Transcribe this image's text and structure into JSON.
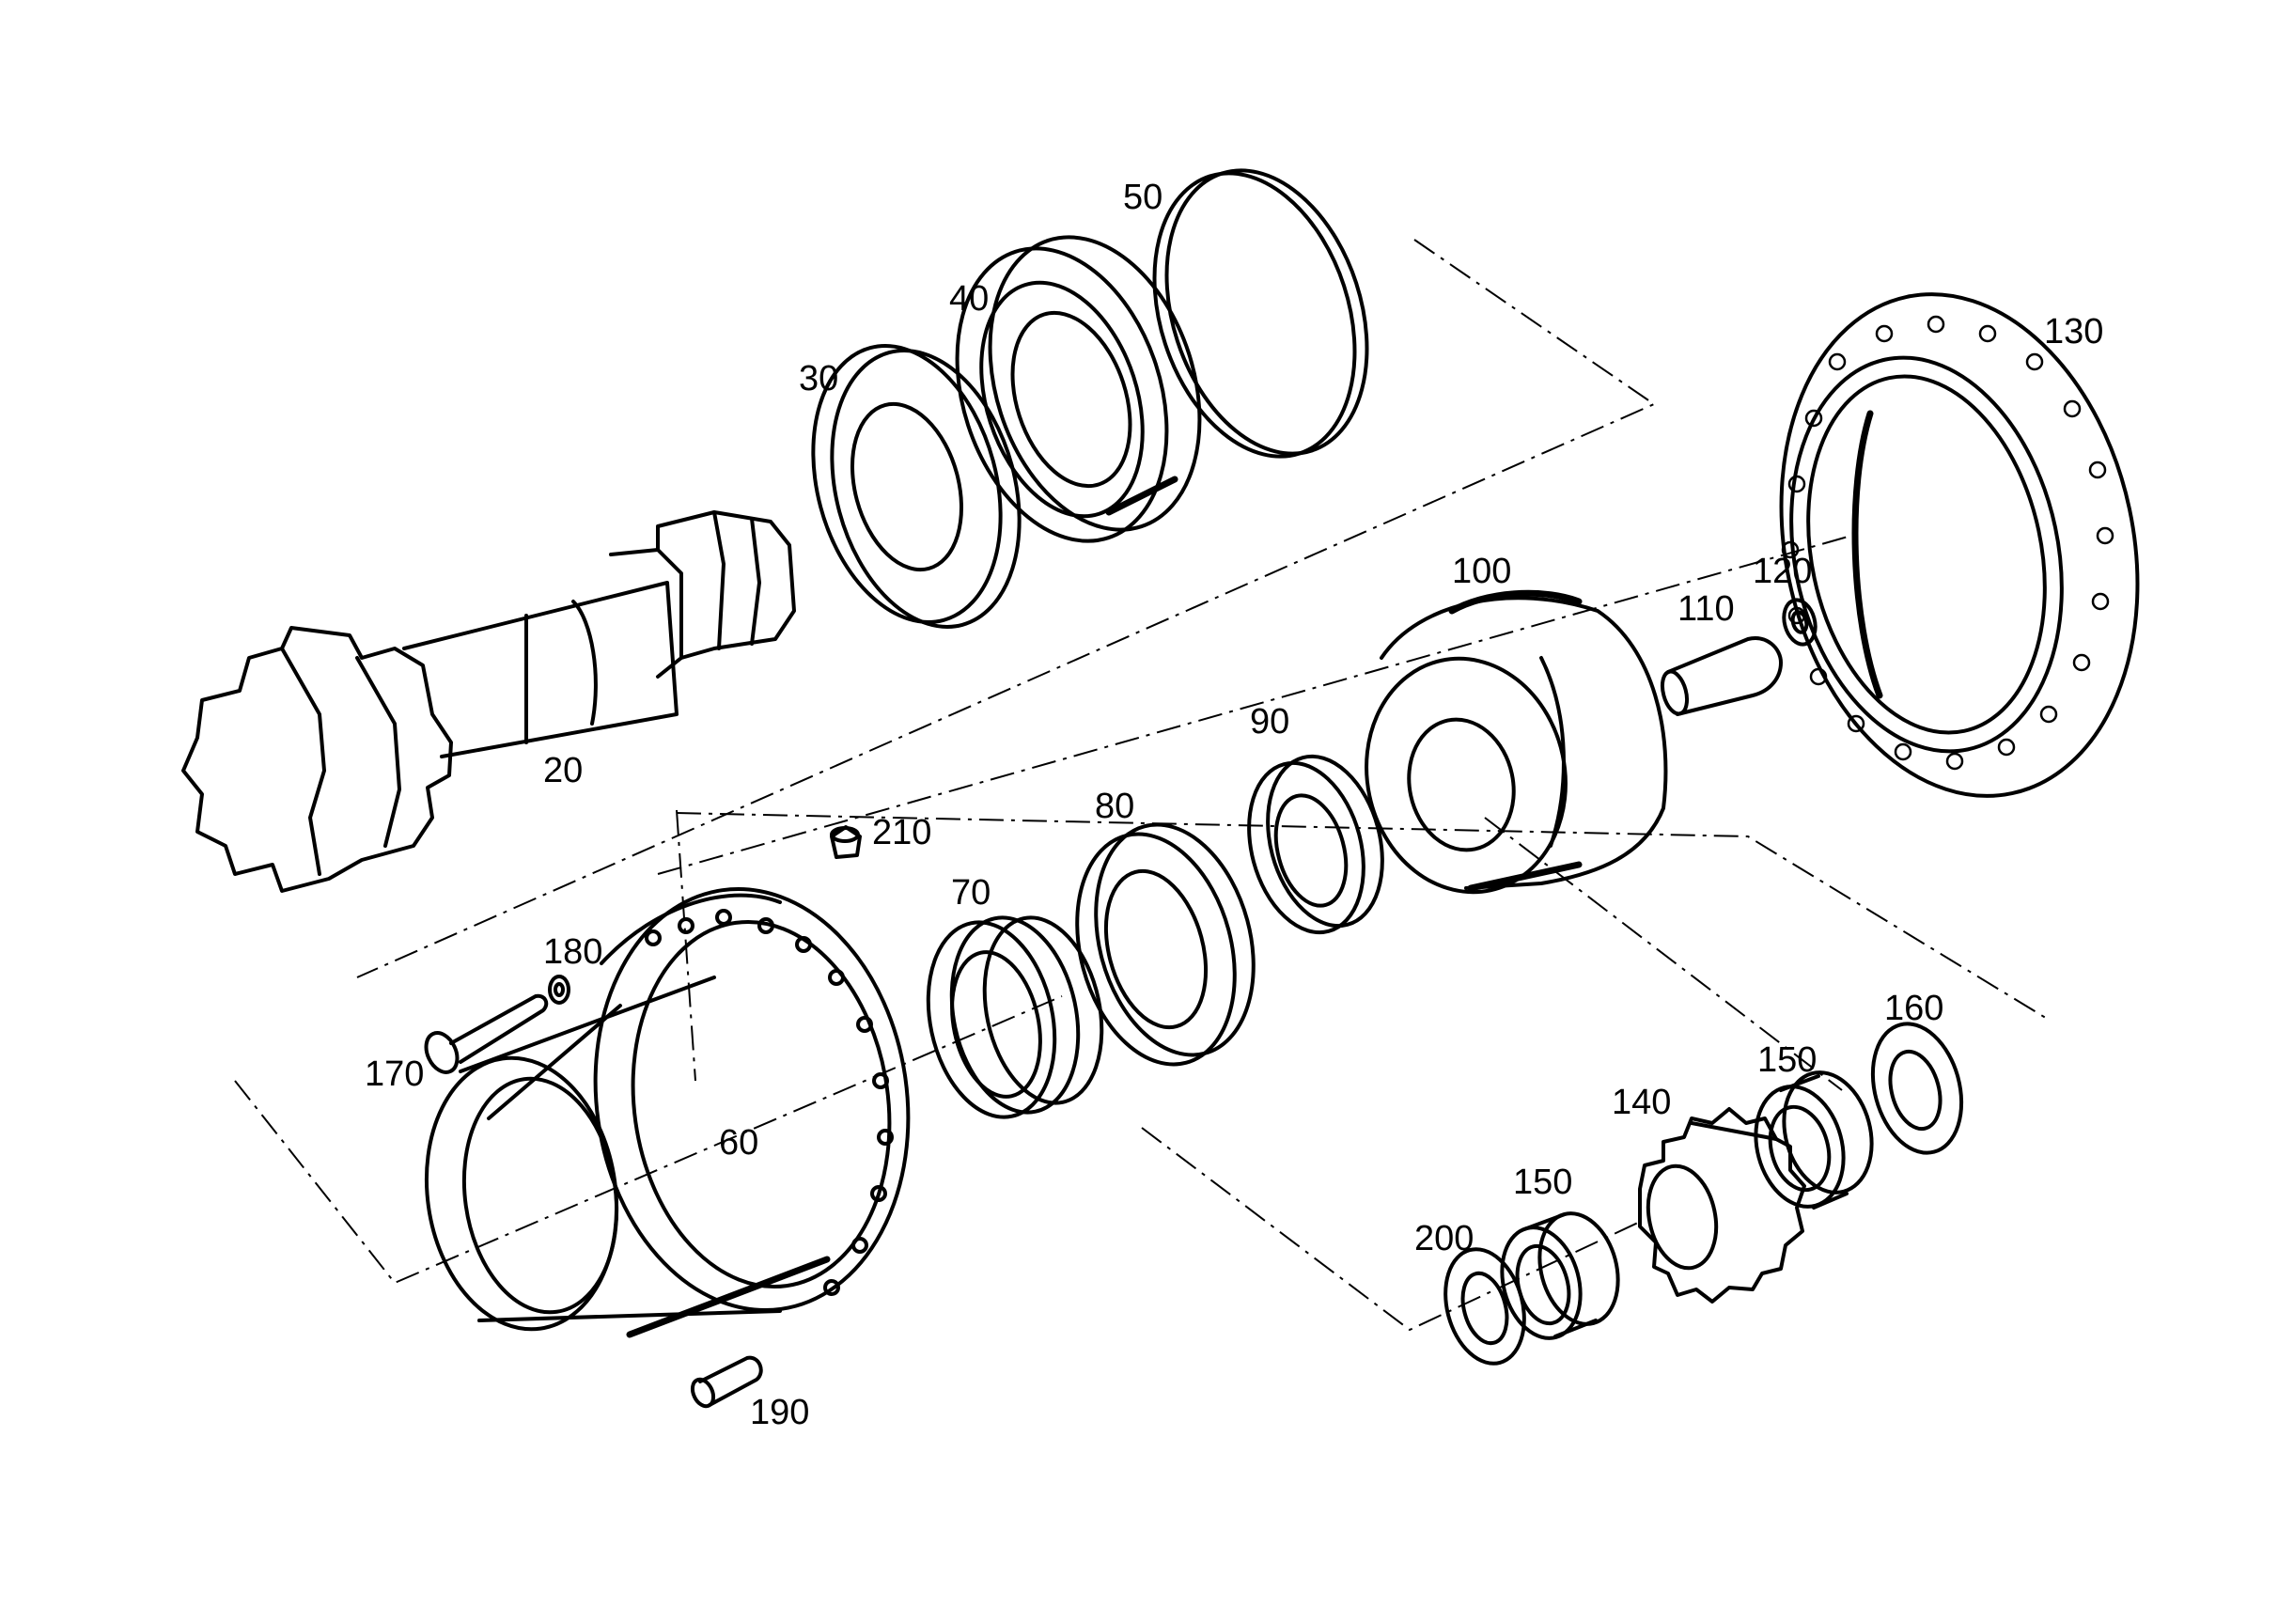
{
  "colors": {
    "ink": "#000000",
    "paper": "#ffffff"
  },
  "parts": [
    {
      "id": "p20",
      "label": "20"
    },
    {
      "id": "p30",
      "label": "30"
    },
    {
      "id": "p40",
      "label": "40"
    },
    {
      "id": "p50",
      "label": "50"
    },
    {
      "id": "p60",
      "label": "60"
    },
    {
      "id": "p70",
      "label": "70"
    },
    {
      "id": "p80",
      "label": "80"
    },
    {
      "id": "p90",
      "label": "90"
    },
    {
      "id": "p100",
      "label": "100"
    },
    {
      "id": "p110",
      "label": "110"
    },
    {
      "id": "p120",
      "label": "120"
    },
    {
      "id": "p130",
      "label": "130"
    },
    {
      "id": "p140",
      "label": "140"
    },
    {
      "id": "p150a",
      "label": "150"
    },
    {
      "id": "p150b",
      "label": "150"
    },
    {
      "id": "p160",
      "label": "160"
    },
    {
      "id": "p170",
      "label": "170"
    },
    {
      "id": "p180",
      "label": "180"
    },
    {
      "id": "p190",
      "label": "190"
    },
    {
      "id": "p200",
      "label": "200"
    },
    {
      "id": "p210",
      "label": "210"
    }
  ]
}
